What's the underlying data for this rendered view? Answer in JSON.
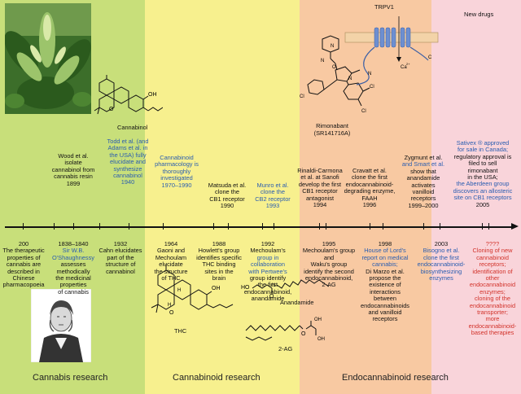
{
  "eras": [
    {
      "label": "Cannabis research",
      "color": "#c8df7a"
    },
    {
      "label": "Cannabinoid research",
      "color": "#f7f08e"
    },
    {
      "label": "Endocannabinoid research",
      "color": "#f8c9a2"
    }
  ],
  "new_drugs_color": "#f9d4da",
  "header": {
    "new_drugs": "New drugs"
  },
  "molecules": {
    "cannabinol": "Cannabinol",
    "thc": "THC",
    "anandamide": "Anandamide",
    "two_ag": "2-AG",
    "rimonabant_name": "Rimonabant",
    "rimonabant_code": "(SR141716A)",
    "trpv1": "TRPV1",
    "ca": "Ca",
    "ca_charge": "2+",
    "n_term": "N",
    "c_term": "C",
    "nh": "N",
    "ho": "HO",
    "oh": "OH",
    "o": "O",
    "h": "H",
    "cl": "Cl"
  },
  "events_above": [
    {
      "id": "wood",
      "lines": [
        "Wood et al.",
        "isolate",
        "cannabinol from",
        "cannabis resin",
        "1899"
      ]
    },
    {
      "id": "todd",
      "lines": [
        "Todd et al. (and",
        "Adams et al. in",
        "the USA) fully",
        "elucidate and",
        "synthesize",
        "cannabinol",
        "1940"
      ]
    },
    {
      "id": "pharm",
      "lines": [
        "Cannabinoid",
        "pharmacology is",
        "thoroughly",
        "investigated",
        "1970–1990"
      ]
    },
    {
      "id": "matsuda",
      "lines": [
        "Matsuda et al.",
        "clone the",
        "CB1 receptor",
        "1990"
      ]
    },
    {
      "id": "munro",
      "lines": [
        "Munro et al.",
        "clone the",
        "CB2 receptor",
        "1993"
      ]
    },
    {
      "id": "rinaldi",
      "lines": [
        "Rinaldi-Carmona",
        "et al. at Sanofi",
        "develop the first",
        "CB1 receptor",
        "antagonist",
        "1994"
      ]
    },
    {
      "id": "cravatt",
      "lines": [
        "Cravatt et al.",
        "clone the first",
        "endocannabinoid-",
        "degrading enzyme,",
        "FAAH",
        "1996"
      ]
    },
    {
      "id": "zygmunt",
      "lines": [
        "Zygmunt et al.",
        "and Smart et al.",
        "show that",
        "anandamide",
        "activates",
        "vanilloid",
        "receptors",
        "1999–2000"
      ]
    },
    {
      "id": "sativex",
      "lines": [
        "Sativex ® approved",
        "for sale in Canada;",
        "regulatory approval is",
        "filed to sell",
        "rimonabant",
        "in the USA;",
        "the Aberdeen group",
        "discovers an allosteric",
        "site on CB1 receptors",
        "2005"
      ]
    }
  ],
  "events_below": [
    {
      "id": "e200",
      "lines": [
        "200",
        "The therapeutic",
        "properties of",
        "cannabis are",
        "described in",
        "Chinese",
        "pharmacopoeia"
      ]
    },
    {
      "id": "e1838",
      "lines": [
        "1838–1840",
        "Sir W.B.",
        "O'Shaughnessy",
        "assesses",
        "methodically",
        "the medicinal",
        "properties",
        "of cannabis"
      ]
    },
    {
      "id": "e1932",
      "lines": [
        "1932",
        "Cahn elucidates",
        "part of the",
        "structure of",
        "cannabinol"
      ]
    },
    {
      "id": "e1964",
      "lines": [
        "1964",
        "Gaoni and",
        "Mechoulam",
        "elucidate",
        "the structure",
        "of THC"
      ]
    },
    {
      "id": "e1988",
      "lines": [
        "1988",
        "Howlett's group",
        "identifies specific",
        "THC binding",
        "sites in the",
        "brain"
      ]
    },
    {
      "id": "e1992",
      "lines": [
        "1992",
        "Mechoulam's",
        "group in",
        "collaboration",
        "with Pertwee's",
        "group identify",
        "the first",
        "endocannabinoid,",
        "anandamide"
      ]
    },
    {
      "id": "e1995",
      "lines": [
        "1995",
        "Mechoulam's group and",
        "Waku's group",
        "identify the second",
        "endocannabinoid,",
        "2-AG"
      ]
    },
    {
      "id": "e1998",
      "lines": [
        "1998",
        "House of Lord's",
        "report on medical",
        "cannabis;",
        "Di Marzo et al.",
        "propose the",
        "existence of",
        "interactions",
        "between",
        "endocannabinoids",
        "and vanilloid",
        "receptors"
      ]
    },
    {
      "id": "e2003",
      "lines": [
        "2003",
        "Bisogno et al.",
        "clone the first",
        "endocannabinoid-",
        "biosynthesizing",
        "enzymes"
      ]
    },
    {
      "id": "e2009",
      "lines": [
        "????",
        "Cloning of new",
        "cannabinoid",
        "receptors;",
        "identification of",
        "other",
        "endocannabinoid",
        "enzymes;",
        "cloning of the",
        "endocannabinoid",
        "transporter;",
        "more",
        "endocannabinoid-",
        "based therapies"
      ]
    }
  ]
}
